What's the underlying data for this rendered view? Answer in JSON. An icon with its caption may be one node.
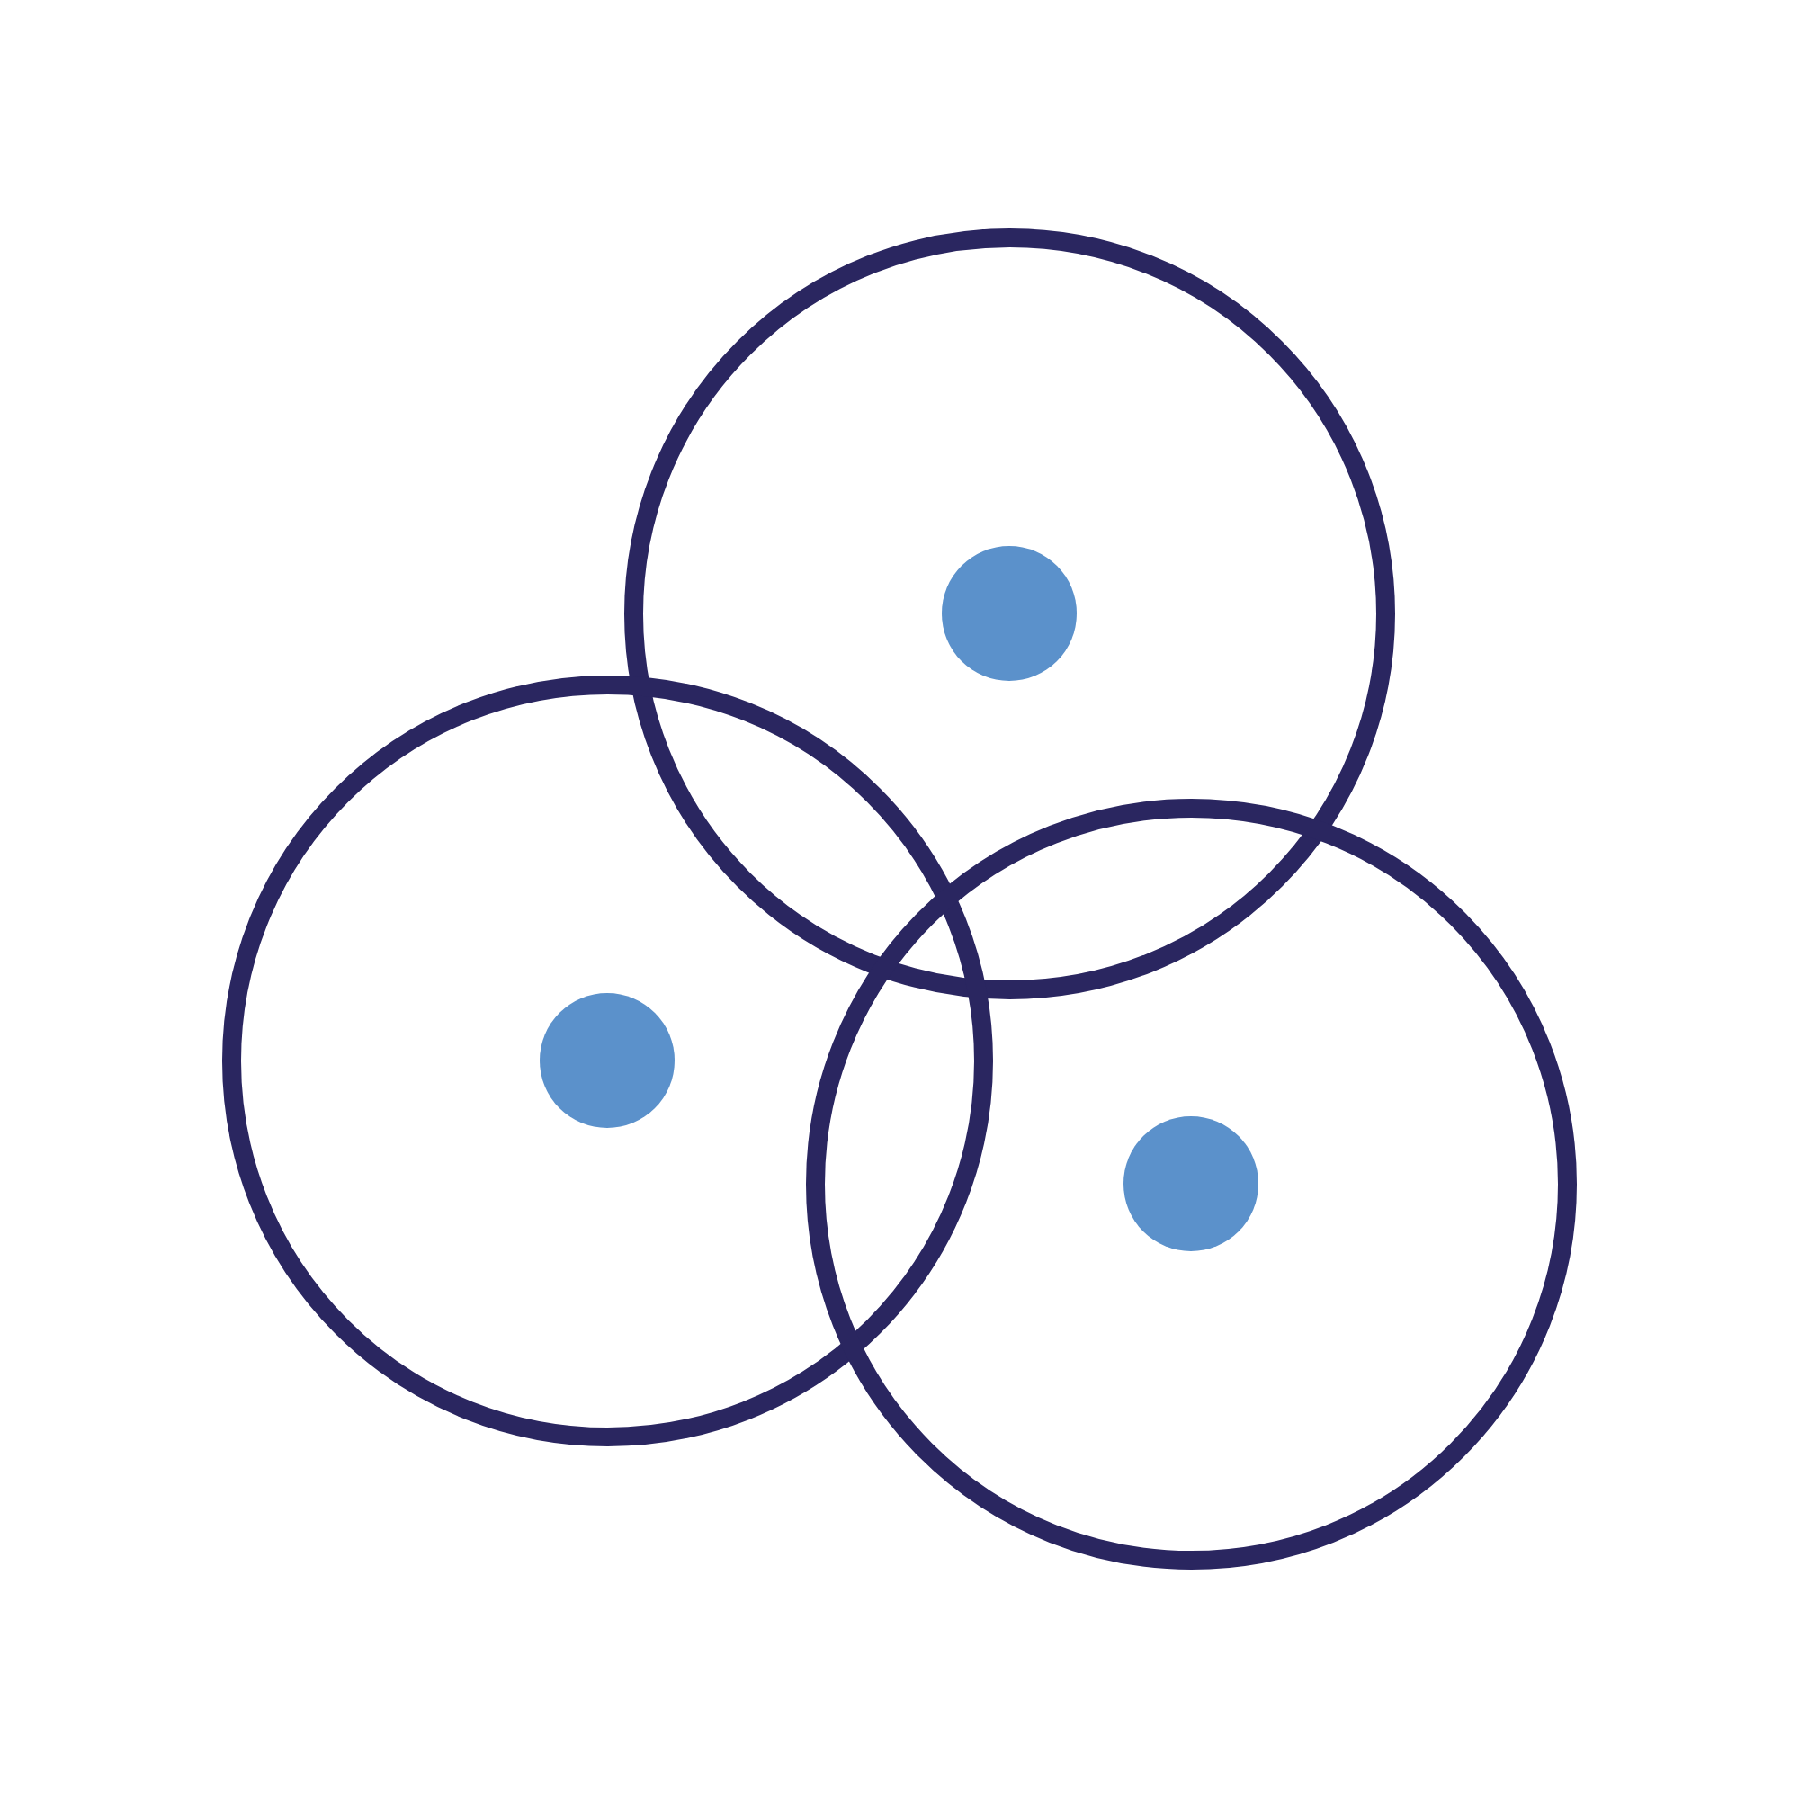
{
  "diagram": {
    "nodes": [
      {
        "text": [],
        "shape": "circle"
      },
      {
        "text": [],
        "shape": "circle",
        "in": 0
      },
      {
        "text": [],
        "shape": "circle"
      },
      {
        "text": [],
        "shape": "circle",
        "in": 2
      },
      {
        "text": [],
        "shape": "circle"
      },
      {
        "text": [],
        "shape": "circle",
        "in": 4
      }
    ]
  }
}
